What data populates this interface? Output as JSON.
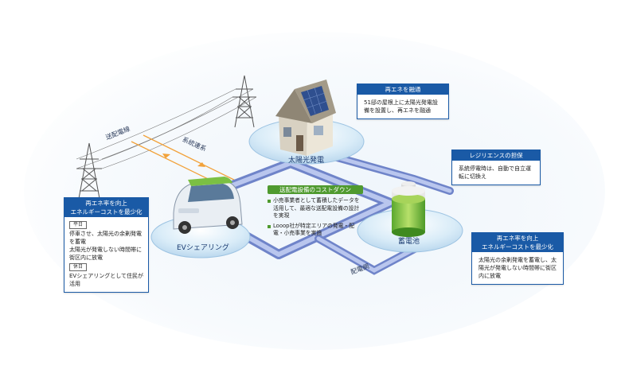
{
  "grid_line_label": "送配電線",
  "grid_link_label": "系統連系",
  "distribution_label": "配電網",
  "nodes": {
    "solar": "太陽光発電",
    "ev": "EVシェアリング",
    "battery": "蓄電池"
  },
  "center_box": {
    "header": "送配電設備のコストダウン",
    "items": [
      "小売事業者として蓄積したデータを活用して、最適な送配電設備の設計を実現",
      "Looop社が特定エリアの発電・配電・小売事業を実施"
    ]
  },
  "callout_solar": {
    "header": "再エネを融通",
    "body": "51邸の屋根上に太陽光発電設備を設置し、再エネを融通"
  },
  "callout_resilience": {
    "header": "レジリエンスの担保",
    "body": "系統停電時は、自動で自立運転に切換え"
  },
  "callout_battery": {
    "header": "再エネ率を向上\nエネルギーコストを最少化",
    "body": "太陽光の余剰発電を蓄電し、太陽光が発電しない時間帯に街区内に放電"
  },
  "callout_ev": {
    "header": "再エネ率を向上\nエネルギーコストを最少化",
    "weekday_tag": "平日",
    "weekday_body": "停車させ、太陽光の余剰発電を蓄電\n太陽光が発電しない時間帯に街区内に放電",
    "holiday_tag": "休日",
    "holiday_body": "EVシェアリングとして住民が活用"
  },
  "colors": {
    "accent_blue": "#1a5aa6",
    "accent_green": "#4f9a2f",
    "grid_line_orange": "#f2a23a",
    "pipe_blue": "#8a9fd8"
  }
}
